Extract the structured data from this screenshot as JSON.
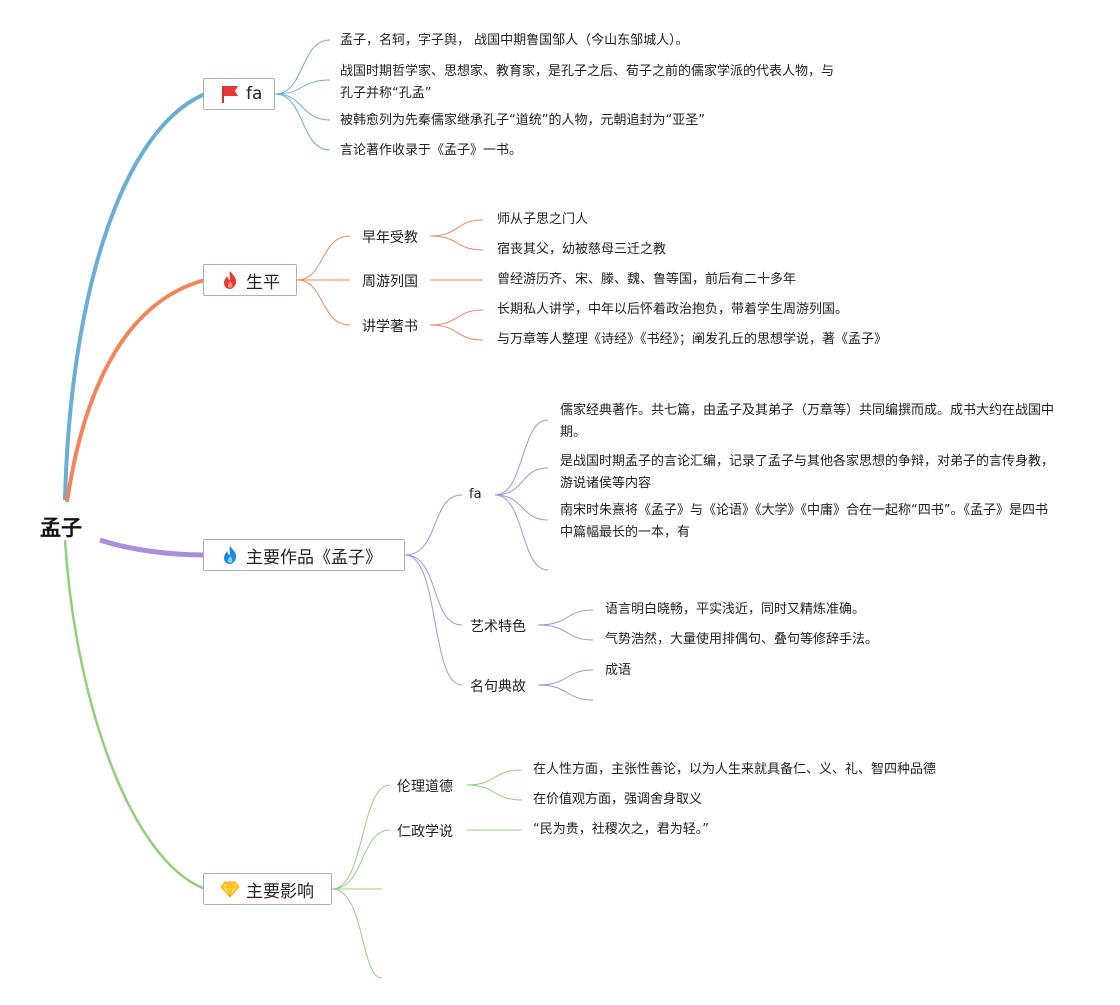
{
  "root": {
    "label": "孟子"
  },
  "branches": [
    {
      "label": "fa",
      "icon": "red-flag-icon",
      "color": "#6aaed6",
      "leaves": [
        "孟子，名轲，字子舆， 战国中期鲁国邹人（今山东邹城人）。",
        "战国时期哲学家、思想家、教育家，是孔子之后、荀子之前的儒家学派的代表人物，与孔子并称“孔孟”",
        "被韩愈列为先秦儒家继承孔子“道统”的人物，元朝追封为“亚圣”",
        "言论著作收录于《孟子》一书。"
      ]
    },
    {
      "label": "生平",
      "icon": "fire-icon",
      "color": "#f0865a",
      "subtopics": [
        {
          "label": "早年受教",
          "leaves": [
            "师从子思之门人",
            "宿丧其父，幼被慈母三迁之教"
          ]
        },
        {
          "label": "周游列国",
          "leaves": [
            "曾经游历齐、宋、滕、魏、鲁等国，前后有二十多年"
          ]
        },
        {
          "label": "讲学著书",
          "leaves": [
            "长期私人讲学，中年以后怀着政治抱负，带着学生周游列国。",
            "与万章等人整理《诗经》《书经》；阐发孔丘的思想学说，著《孟子》"
          ]
        }
      ]
    },
    {
      "label": "主要作品《孟子》",
      "icon": "blue-fire-icon",
      "color": "#a98ee0",
      "subtopics": [
        {
          "label": "fa",
          "leaves": [
            "儒家经典著作。共七篇，由孟子及其弟子（万章等）共同编撰而成。成书大约在战国中期。",
            "是战国时期孟子的言论汇编，记录了孟子与其他各家思想的争辩，对弟子的言传身教，游说诸侯等内容",
            "南宋时朱熹将《孟子》与《论语》《大学》《中庸》合在一起称“四书”。《孟子》是四书中篇幅最长的一本，有",
            ""
          ]
        },
        {
          "label": "艺术特色",
          "leaves": [
            "语言明白晓畅，平实浅近，同时又精炼准确。",
            "气势浩然，大量使用排偶句、叠句等修辞手法。"
          ]
        },
        {
          "label": "名句典故",
          "leaves": [
            "成语",
            ""
          ]
        }
      ]
    },
    {
      "label": "主要影响",
      "icon": "gem-icon",
      "color": "#8fd07a",
      "subtopics": [
        {
          "label": "伦理道德",
          "leaves": [
            "在人性方面，主张性善论，以为人生来就具备仁、义、礼、智四种品德",
            "在价值观方面，强调舍身取义"
          ]
        },
        {
          "label": "仁政学说",
          "leaves": [
            "“民为贵，社稷次之，君为轻。”"
          ]
        },
        {
          "label": "",
          "leaves": []
        },
        {
          "label": "",
          "leaves": []
        }
      ]
    }
  ]
}
